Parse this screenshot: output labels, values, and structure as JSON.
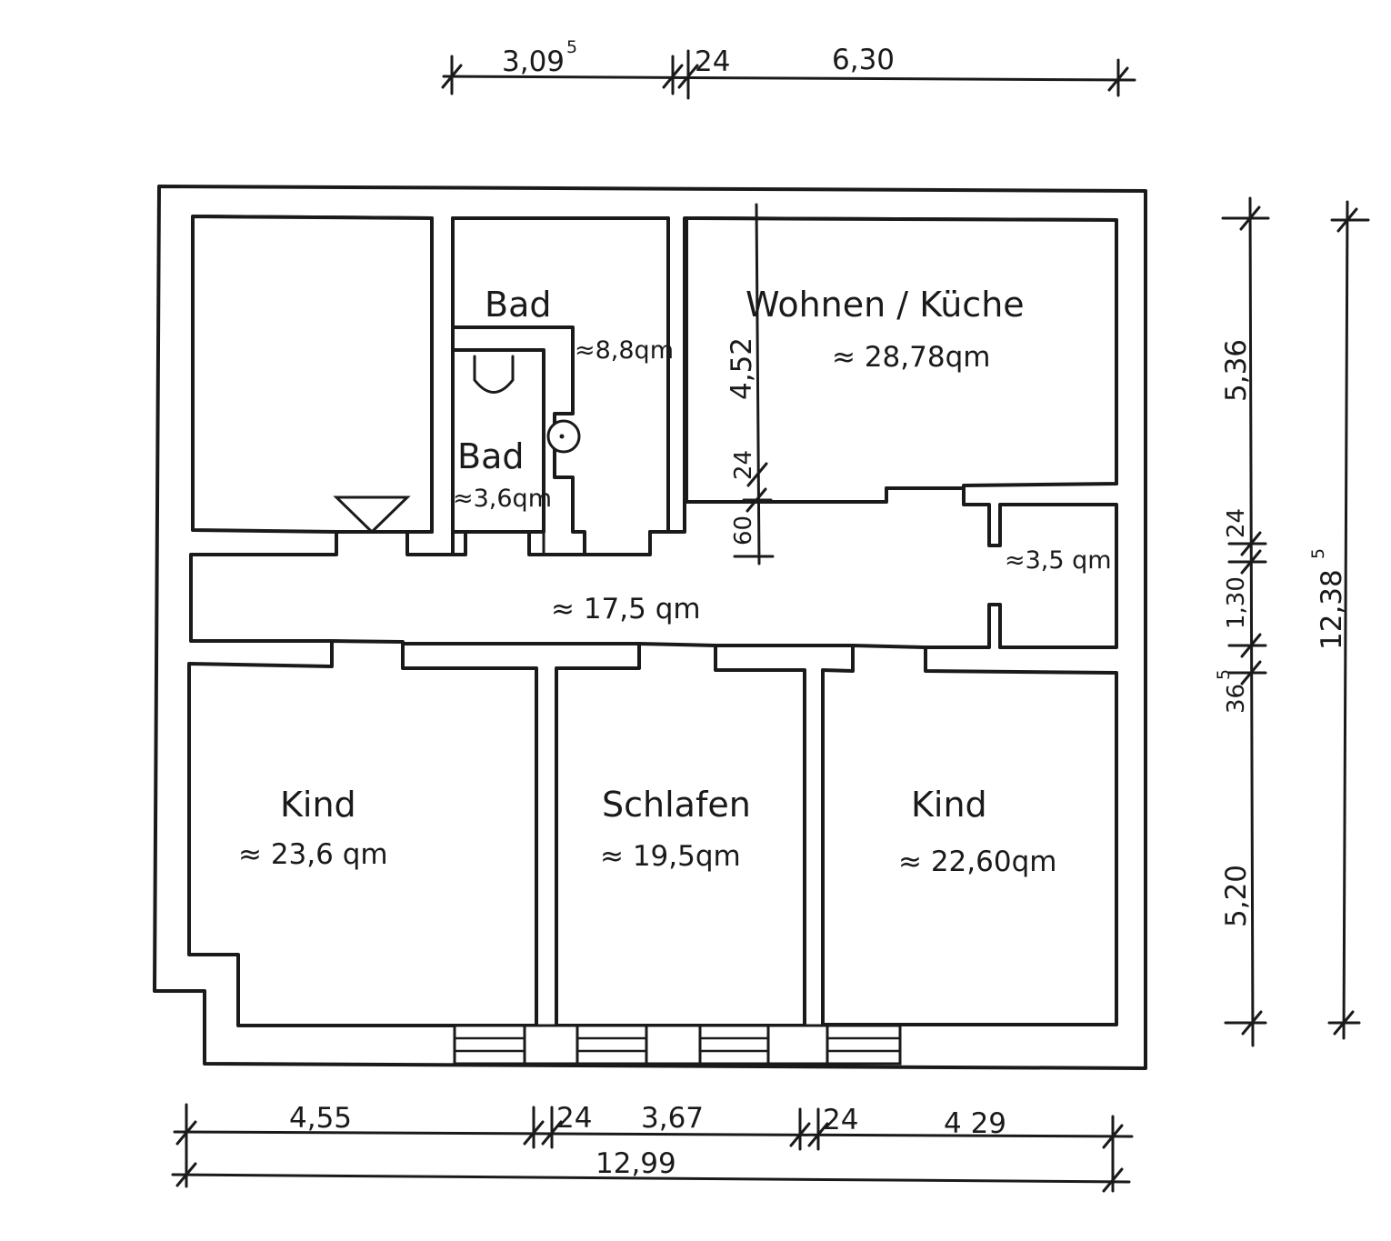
{
  "rooms": {
    "bad_main": {
      "name": "Bad",
      "area": "≈8,8qm"
    },
    "bad_small": {
      "name": "Bad",
      "area": "≈3,6qm"
    },
    "wohnen_kueche": {
      "name": "Wohnen / Küche",
      "area": "≈ 28,78qm"
    },
    "abstell": {
      "area": "≈3,5 qm"
    },
    "flur": {
      "area": "≈ 17,5 qm"
    },
    "kind_left": {
      "name": "Kind",
      "area": "≈ 23,6 qm"
    },
    "schlafen": {
      "name": "Schlafen",
      "area": "≈ 19,5qm"
    },
    "kind_right": {
      "name": "Kind",
      "area": "≈ 22,60qm"
    }
  },
  "dimensions": {
    "top": {
      "d1": "3,09",
      "d1_sup": "5",
      "d2": "24",
      "d3": "6,30"
    },
    "bottom": {
      "d1": "4,55",
      "d2": "24",
      "d3": "3,67",
      "d4": "24",
      "d5": "4 29",
      "total": "12,99"
    },
    "right_inner": {
      "d1": "5,36",
      "d2": "24",
      "d3": "1,30",
      "d4": "36",
      "d4_sup": "5",
      "d5": "5,20"
    },
    "right_total": {
      "value": "12,38",
      "sup": "5"
    },
    "interior": {
      "d1": "4,52",
      "d2": "24",
      "d3": "60"
    }
  }
}
